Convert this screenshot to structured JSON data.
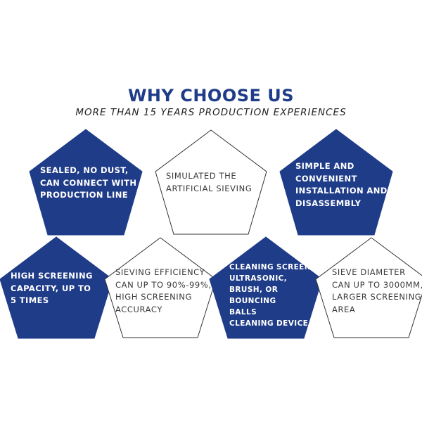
{
  "header": {
    "title": "WHY CHOOSE US",
    "subtitle": "MORE THAN 15 YEARS PRODUCTION EXPERIENCES"
  },
  "colors": {
    "brand_navy": "#1f3c88",
    "outline": "#333333",
    "white": "#ffffff"
  },
  "features": [
    {
      "style": "dark",
      "lines": [
        "SEALED, NO DUST,",
        "CAN CONNECT WITH",
        "PRODUCTION LINE"
      ]
    },
    {
      "style": "light",
      "lines": [
        "SIMULATED THE",
        "ARTIFICIAL SIEVING"
      ]
    },
    {
      "style": "dark",
      "lines": [
        "SIMPLE AND",
        "CONVENIENT",
        "INSTALLATION AND",
        "DISASSEMBLY"
      ]
    },
    {
      "style": "dark",
      "lines": [
        "HIGH SCREENING",
        "CAPACITY, UP TO",
        "5 TIMES"
      ]
    },
    {
      "style": "light",
      "lines": [
        "SIEVING EFFICIENCY",
        "CAN UP TO 90%-99%,",
        "HIGH SCREENING",
        "ACCURACY"
      ]
    },
    {
      "style": "dark",
      "lines": [
        "CLEANING SCREEN:",
        "ULTRASONIC,",
        "BRUSH, OR",
        "BOUNCING",
        "BALLS",
        "CLEANING DEVICE"
      ]
    },
    {
      "style": "light",
      "lines": [
        "SIEVE DIAMETER",
        "CAN UP TO 3000MM,",
        "LARGER SCREENING",
        "AREA"
      ]
    }
  ]
}
